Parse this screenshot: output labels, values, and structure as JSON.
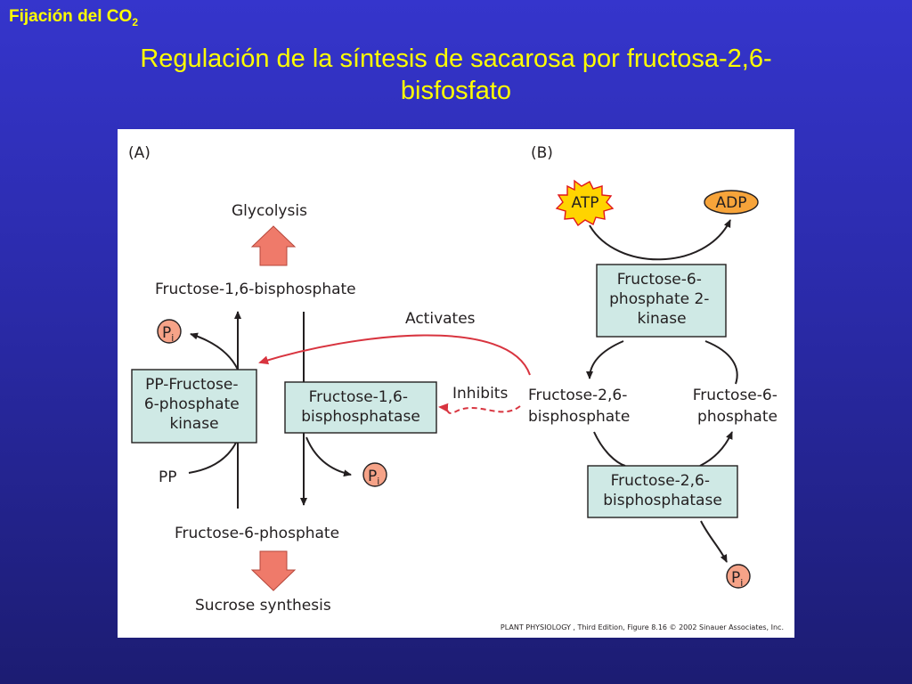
{
  "header": {
    "label": "Fijación del CO",
    "label_sub": "2"
  },
  "title": {
    "line1": "Regulación de la síntesis de sacarosa por fructosa-2,6-",
    "line2": "bisfosfato"
  },
  "figure": {
    "panel_a": {
      "label": "(A)",
      "glycolysis": "Glycolysis",
      "fbp": "Fructose-1,6-bisphosphate",
      "f6p": "Fructose-6-phosphate",
      "sucrose": "Sucrose synthesis",
      "pfp_box": [
        "PP-Fructose-",
        "6-phosphate",
        "kinase"
      ],
      "fbpase_box": [
        "Fructose-1,6-",
        "bisphosphatase"
      ],
      "pp": "PP",
      "activates": "Activates",
      "inhibits": "Inhibits",
      "pi_main": "P",
      "pi_sub": "i"
    },
    "panel_b": {
      "label": "(B)",
      "atp": "ATP",
      "adp": "ADP",
      "kinase_box": [
        "Fructose-6-",
        "phosphate 2-",
        "kinase"
      ],
      "f26bp": [
        "Fructose-2,6-",
        "bisphosphate"
      ],
      "f6p": [
        "Fructose-6-",
        "phosphate"
      ],
      "phosphatase_box": [
        "Fructose-2,6-",
        "bisphosphatase"
      ],
      "pi_main": "P",
      "pi_sub": "i"
    },
    "credit": "PLANT PHYSIOLOGY , Third Edition, Figure 8.16 © 2002 Sinauer Associates, Inc."
  },
  "colors": {
    "background": "#2a2aa8",
    "title": "#ffff00",
    "box_fill": "#cfe9e5",
    "red_arrow": "#d8343f",
    "salmon_arrow": "#ef7a6a",
    "pi_fill": "#f6a388",
    "atp_fill": "#ffd400",
    "adp_fill": "#f7a43a"
  }
}
